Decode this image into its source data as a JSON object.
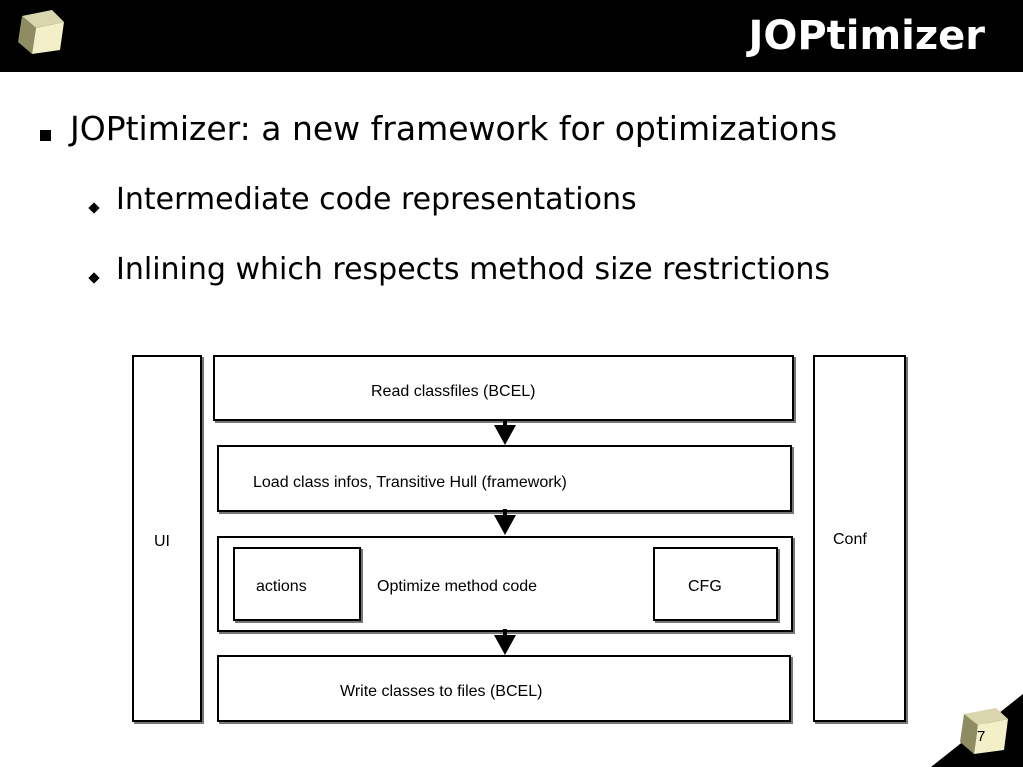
{
  "slide": {
    "title": "JOPtimizer",
    "page_number": "7",
    "bullets": [
      {
        "level": 1,
        "text": "JOPtimizer: a new framework for optimizations"
      },
      {
        "level": 2,
        "text": "Intermediate code representations"
      },
      {
        "level": 2,
        "text": "Inlining which respects method size restrictions"
      }
    ]
  },
  "diagram": {
    "ui_label": "UI",
    "conf_label": "Conf",
    "read_label": "Read classfiles (BCEL)",
    "load_label": "Load class infos, Transitive Hull (framework)",
    "optimize_label": "Optimize method code",
    "actions_label": "actions",
    "cfg_label": "CFG",
    "write_label": "Write classes to files (BCEL)"
  },
  "icons": {
    "logo": "cube-icon",
    "page_badge": "cube-icon"
  },
  "colors": {
    "title_bar": "#000000",
    "title_text": "#ffffff",
    "cube_light": "#f2efc9",
    "cube_dark": "#8f8c62"
  }
}
